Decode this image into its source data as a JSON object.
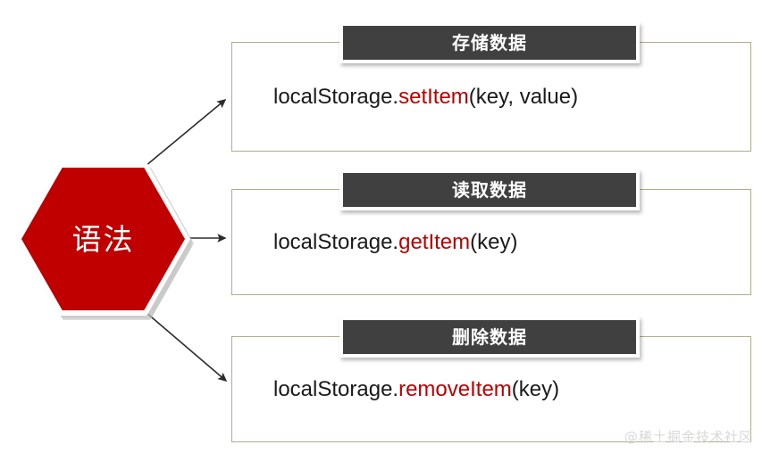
{
  "diagram": {
    "title_node": {
      "label": "语法",
      "fill": "#c00000",
      "text_color": "#ffffff",
      "shape": "hexagon"
    },
    "accent_color": "#c00000",
    "header_bg": "#404040",
    "box_border_color": "#b0ad8a",
    "rows": [
      {
        "header": "存储数据",
        "code_prefix": "localStorage.",
        "code_method": "setItem",
        "code_suffix": "(key, value)"
      },
      {
        "header": "读取数据",
        "code_prefix": "localStorage.",
        "code_method": "getItem",
        "code_suffix": "(key)"
      },
      {
        "header": "删除数据",
        "code_prefix": "localStorage.",
        "code_method": "removeItem",
        "code_suffix": "(key)"
      }
    ]
  },
  "watermark": {
    "text": "@稀土掘金技术社区"
  }
}
